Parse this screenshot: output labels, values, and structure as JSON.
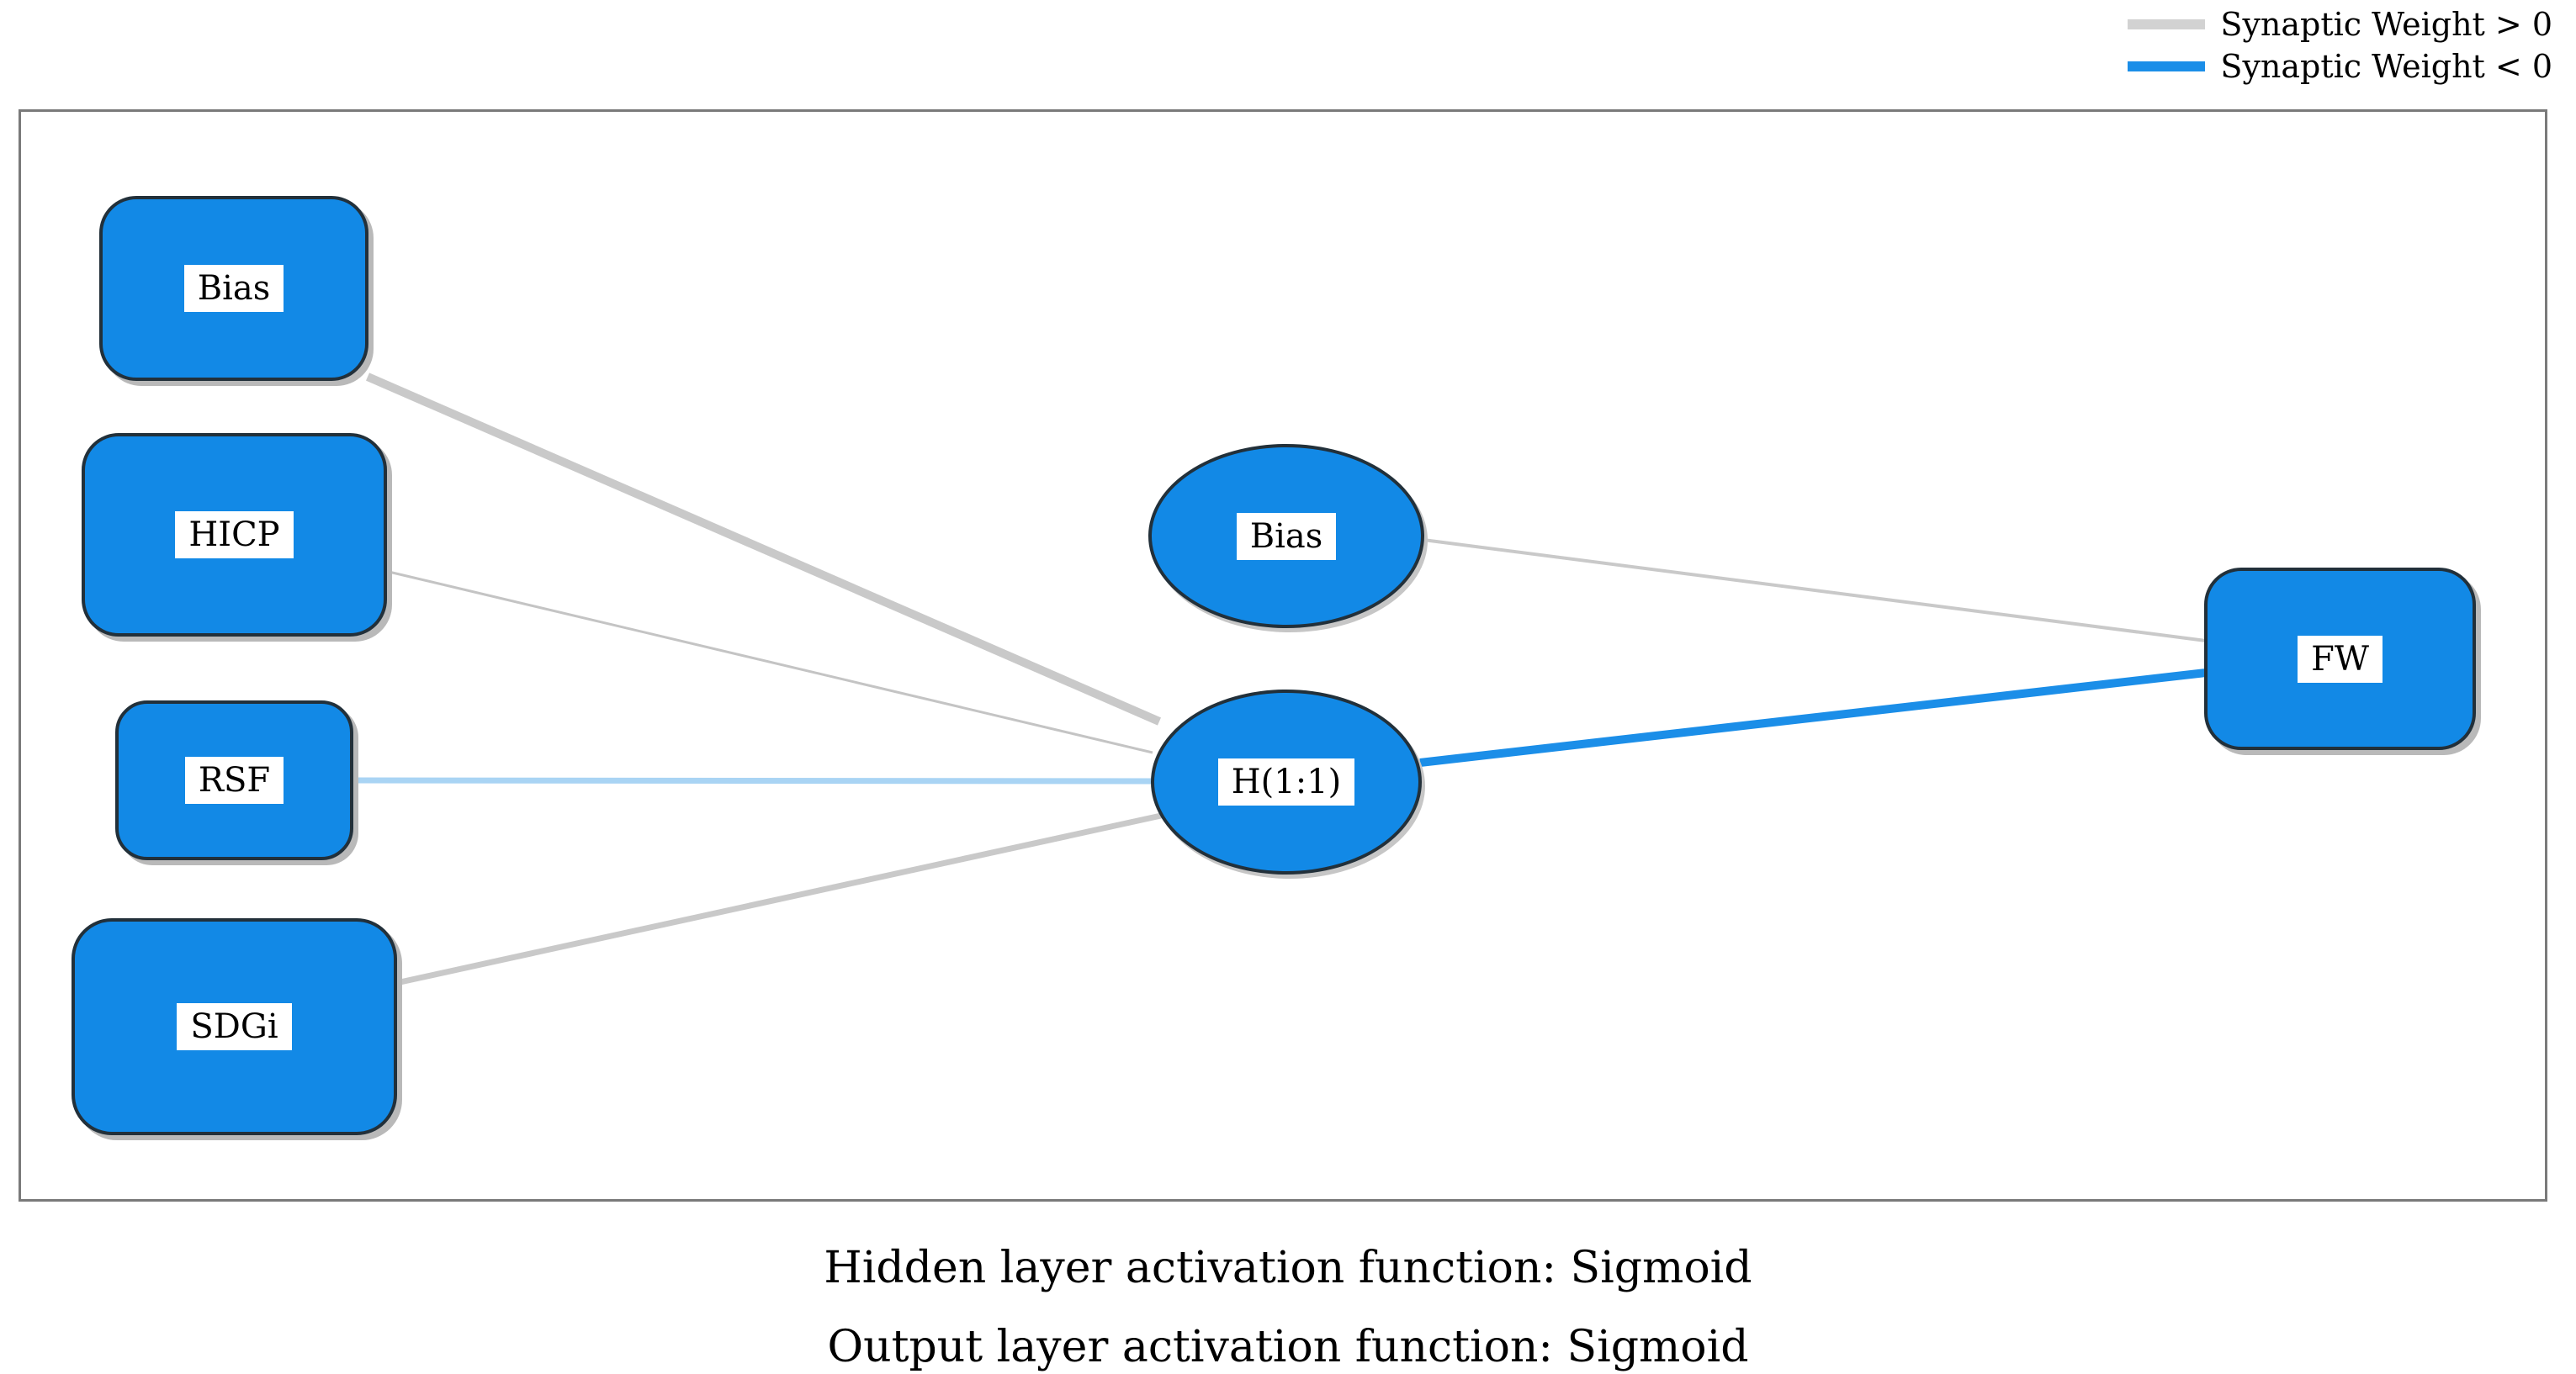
{
  "legend": {
    "items": [
      {
        "id": "positive",
        "label": "Synaptic Weight > 0",
        "color": "#d2d2d2"
      },
      {
        "id": "negative",
        "label": "Synaptic Weight < 0",
        "color": "#1b8ee8"
      }
    ]
  },
  "network": {
    "input_layer": {
      "nodes": [
        {
          "id": "input-bias",
          "label": "Bias",
          "shape": "rounded-rectangle"
        },
        {
          "id": "input-hicp",
          "label": "HICP",
          "shape": "rounded-rectangle"
        },
        {
          "id": "input-rsf",
          "label": "RSF",
          "shape": "rounded-rectangle"
        },
        {
          "id": "input-sdgi",
          "label": "SDGi",
          "shape": "rounded-rectangle"
        }
      ]
    },
    "hidden_layer": {
      "nodes": [
        {
          "id": "hidden-bias",
          "label": "Bias",
          "shape": "ellipse"
        },
        {
          "id": "hidden-h11",
          "label": "H(1:1)",
          "shape": "ellipse"
        }
      ]
    },
    "output_layer": {
      "nodes": [
        {
          "id": "output-fw",
          "label": "FW",
          "shape": "rounded-rectangle"
        }
      ]
    },
    "edges": [
      {
        "from": "input-bias",
        "to": "hidden-h11",
        "sign": "positive",
        "color": "#c9c9c9",
        "width": 10
      },
      {
        "from": "input-hicp",
        "to": "hidden-h11",
        "sign": "positive",
        "color": "#c4c4c4",
        "width": 3
      },
      {
        "from": "input-rsf",
        "to": "hidden-h11",
        "sign": "negative",
        "color": "#a9d4f4",
        "width": 7
      },
      {
        "from": "input-sdgi",
        "to": "hidden-h11",
        "sign": "positive",
        "color": "#c9c9c9",
        "width": 7
      },
      {
        "from": "hidden-bias",
        "to": "output-fw",
        "sign": "positive",
        "color": "#c9c9c9",
        "width": 4
      },
      {
        "from": "hidden-h11",
        "to": "output-fw",
        "sign": "negative",
        "color": "#1b8ee8",
        "width": 10
      }
    ]
  },
  "captions": {
    "hidden_activation": "Hidden layer activation function: Sigmoid",
    "output_activation": "Output layer activation function: Sigmoid"
  },
  "colors": {
    "node_fill": "#1289e6",
    "node_border": "#22303a",
    "frame_border": "#7a7a7a",
    "label_bg": "#ffffff",
    "text": "#000000",
    "edge_positive": "#c9c9c9",
    "edge_negative": "#1b8ee8",
    "edge_negative_light": "#a9d4f4"
  }
}
